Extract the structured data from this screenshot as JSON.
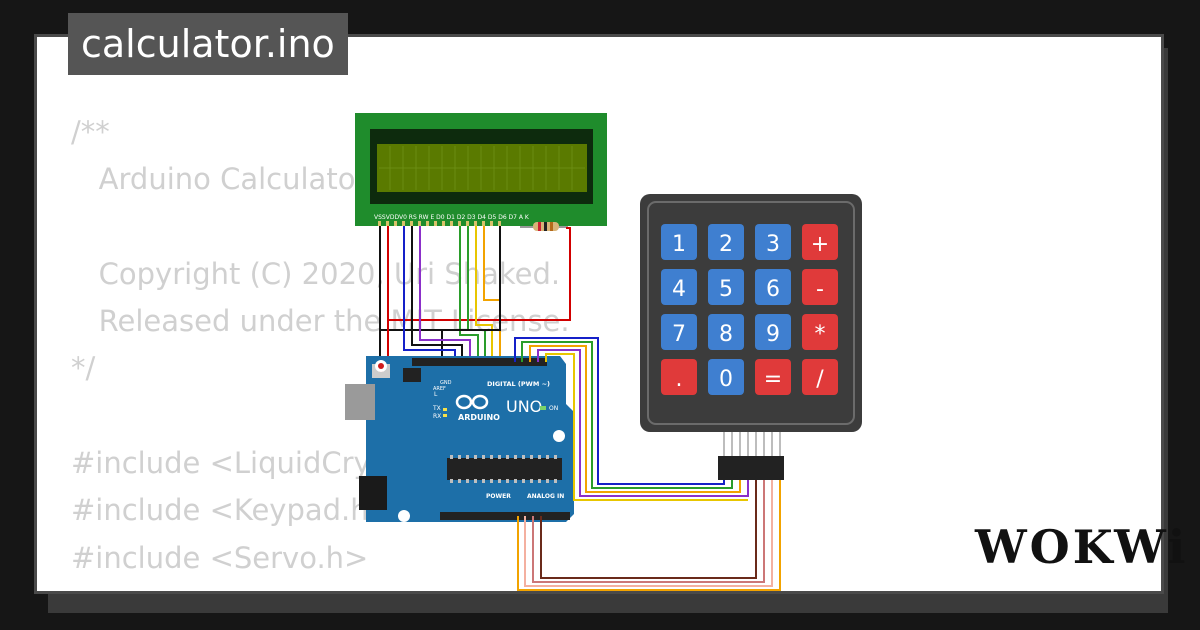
{
  "title": "calculator.ino",
  "code_lines": [
    "/**",
    "   Arduino Calculator",
    "",
    "   Copyright (C) 2020, Uri Shaked.",
    "   Released under the MIT License.",
    "*/",
    "",
    "#include <LiquidCrystal.h>",
    "#include <Keypad.h>",
    "#include <Servo.h>"
  ],
  "keypad": {
    "keys": [
      [
        "1",
        "2",
        "3",
        "+"
      ],
      [
        "4",
        "5",
        "6",
        "-"
      ],
      [
        "7",
        "8",
        "9",
        "*"
      ],
      [
        ".",
        "0",
        "=",
        "/"
      ]
    ]
  },
  "arduino": {
    "brand": "ARDUINO",
    "model": "UNO",
    "on_label": "ON",
    "digital_label": "DIGITAL (PWM ~)",
    "power_label": "POWER",
    "analog_label": "ANALOG IN",
    "tx_label": "TX",
    "rx_label": "RX",
    "l_label": "L",
    "aref_label": "AREF",
    "gnd_label": "GND"
  },
  "lcd": {
    "pin_labels": "VSSVDDV0 RS RW E  D0 D1 D2 D3 D4 D5 D6 D7  A   K"
  },
  "logo": "WOKWi",
  "colors": {
    "background": "#161616",
    "card": "#ffffff",
    "title_bg": "#555555",
    "code_text": "#d0d0d0",
    "board": "#1d6fa8",
    "lcd_pcb": "#1f8c2c",
    "lcd_screen": "#5a7a00",
    "keypad_body": "#3c3c3c",
    "key_blue": "#3f7fd0",
    "key_red": "#e03a3a"
  }
}
